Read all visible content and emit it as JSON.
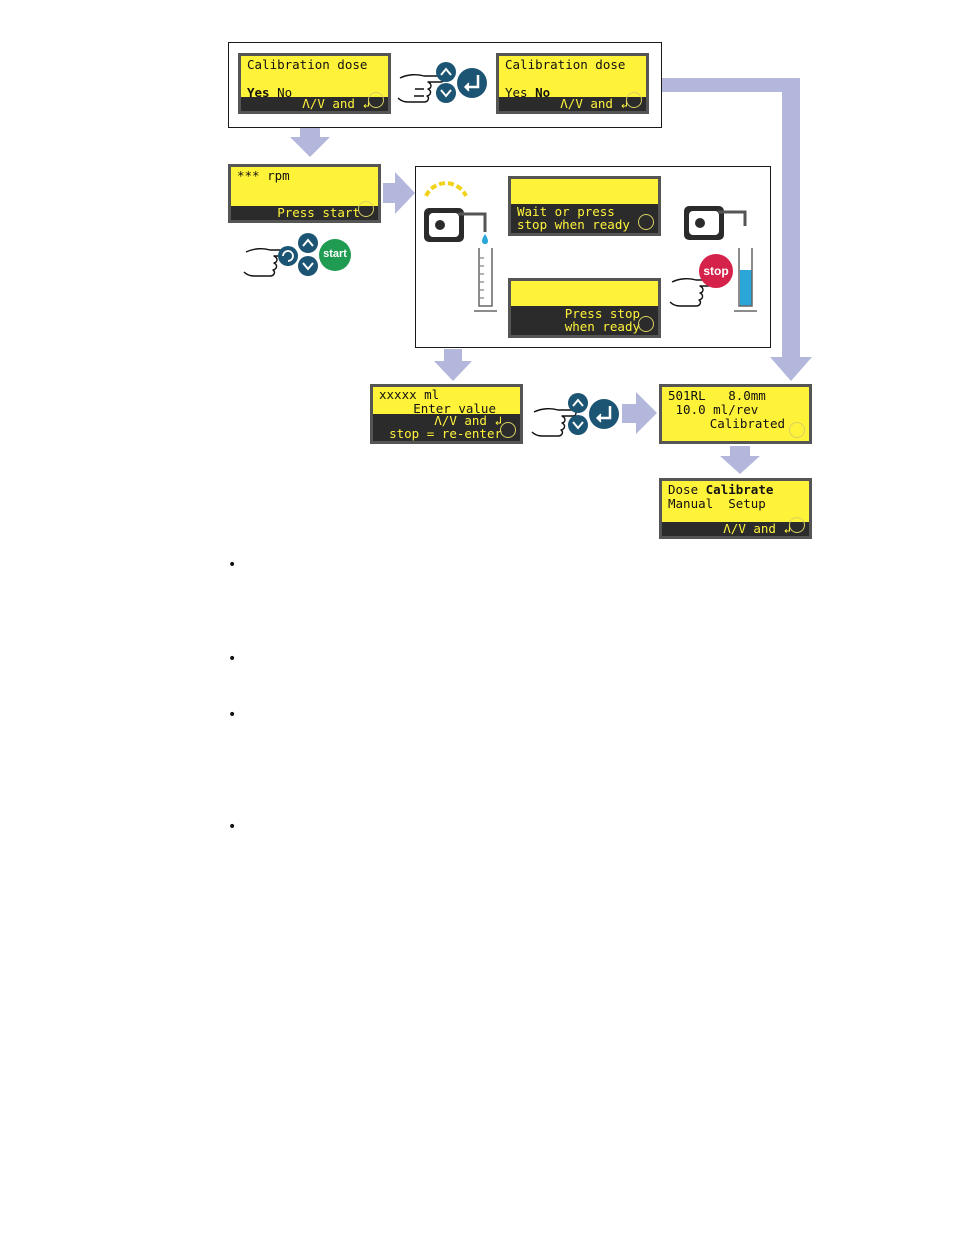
{
  "colors": {
    "lcd_bg": "#fff33a",
    "lcd_bar": "#2b2b2b",
    "arrow": "#b4b7dc",
    "key_blue": "#1c5573",
    "key_green": "#1f9b52",
    "key_red": "#d5224a",
    "water": "#2aa6d8"
  },
  "screens": {
    "cal_yes": {
      "line1": "Calibration dose",
      "yes": "Yes",
      "no": "No",
      "bar": "Λ/V and ↲"
    },
    "cal_no": {
      "line1": "Calibration dose",
      "yes": "Yes",
      "no": "No",
      "bar": "Λ/V and ↲"
    },
    "rpm": {
      "line1": "*** rpm",
      "bar": "Press start"
    },
    "wait": {
      "bar1": "Wait or press",
      "bar2": "stop when ready"
    },
    "press_stop": {
      "bar1": "Press stop",
      "bar2": "when ready"
    },
    "enter_value": {
      "line1": "xxxxx ml",
      "line2": "Enter value",
      "bar1": "Λ/V and ↲",
      "bar2": "stop = re-enter"
    },
    "calibrated": {
      "line1": "501RL   8.0mm",
      "line2": " 10.0 ml/rev",
      "line3": "Calibrated"
    },
    "menu": {
      "dose": "Dose",
      "calibrate": "Calibrate",
      "line2": "Manual  Setup",
      "bar": "Λ/V and ↲"
    }
  },
  "keys": {
    "start_label": "start",
    "stop_label": "stop"
  },
  "icons": [
    "hand-pointer-icon",
    "up-key-icon",
    "down-key-icon",
    "enter-key-icon",
    "cycle-key-icon",
    "start-key-icon",
    "stop-key-icon",
    "pump-head-icon",
    "measuring-cylinder-icon",
    "rotation-arrow-icon",
    "drop-icon"
  ],
  "bullets": [
    "•",
    "•",
    "•",
    "•"
  ]
}
